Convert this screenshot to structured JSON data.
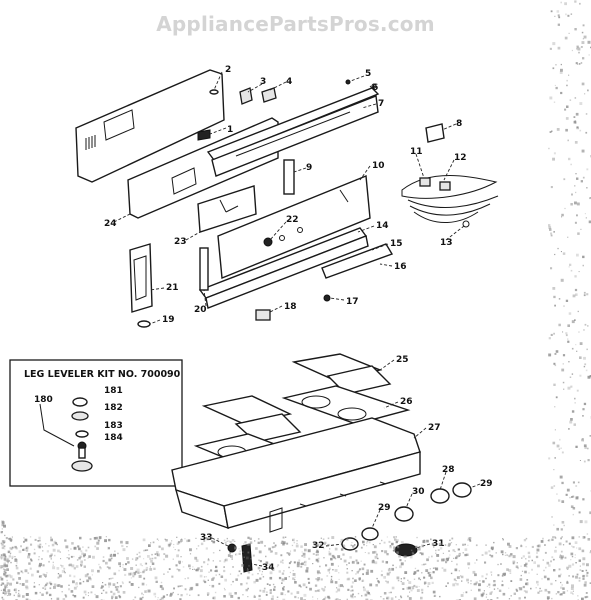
{
  "watermark": "AppliancePartsPros.com",
  "kit_title": "LEG LEVELER KIT NO. 700090",
  "kit_labels": [
    "181",
    "180",
    "182",
    "183",
    "184"
  ],
  "callouts": [
    "1",
    "2",
    "3",
    "4",
    "5",
    "6",
    "7",
    "8",
    "9",
    "10",
    "11",
    "12",
    "13",
    "14",
    "15",
    "16",
    "17",
    "18",
    "19",
    "20",
    "21",
    "22",
    "23",
    "24",
    "25",
    "26",
    "27",
    "28",
    "29",
    "29",
    "30",
    "31",
    "32",
    "33",
    "34"
  ]
}
